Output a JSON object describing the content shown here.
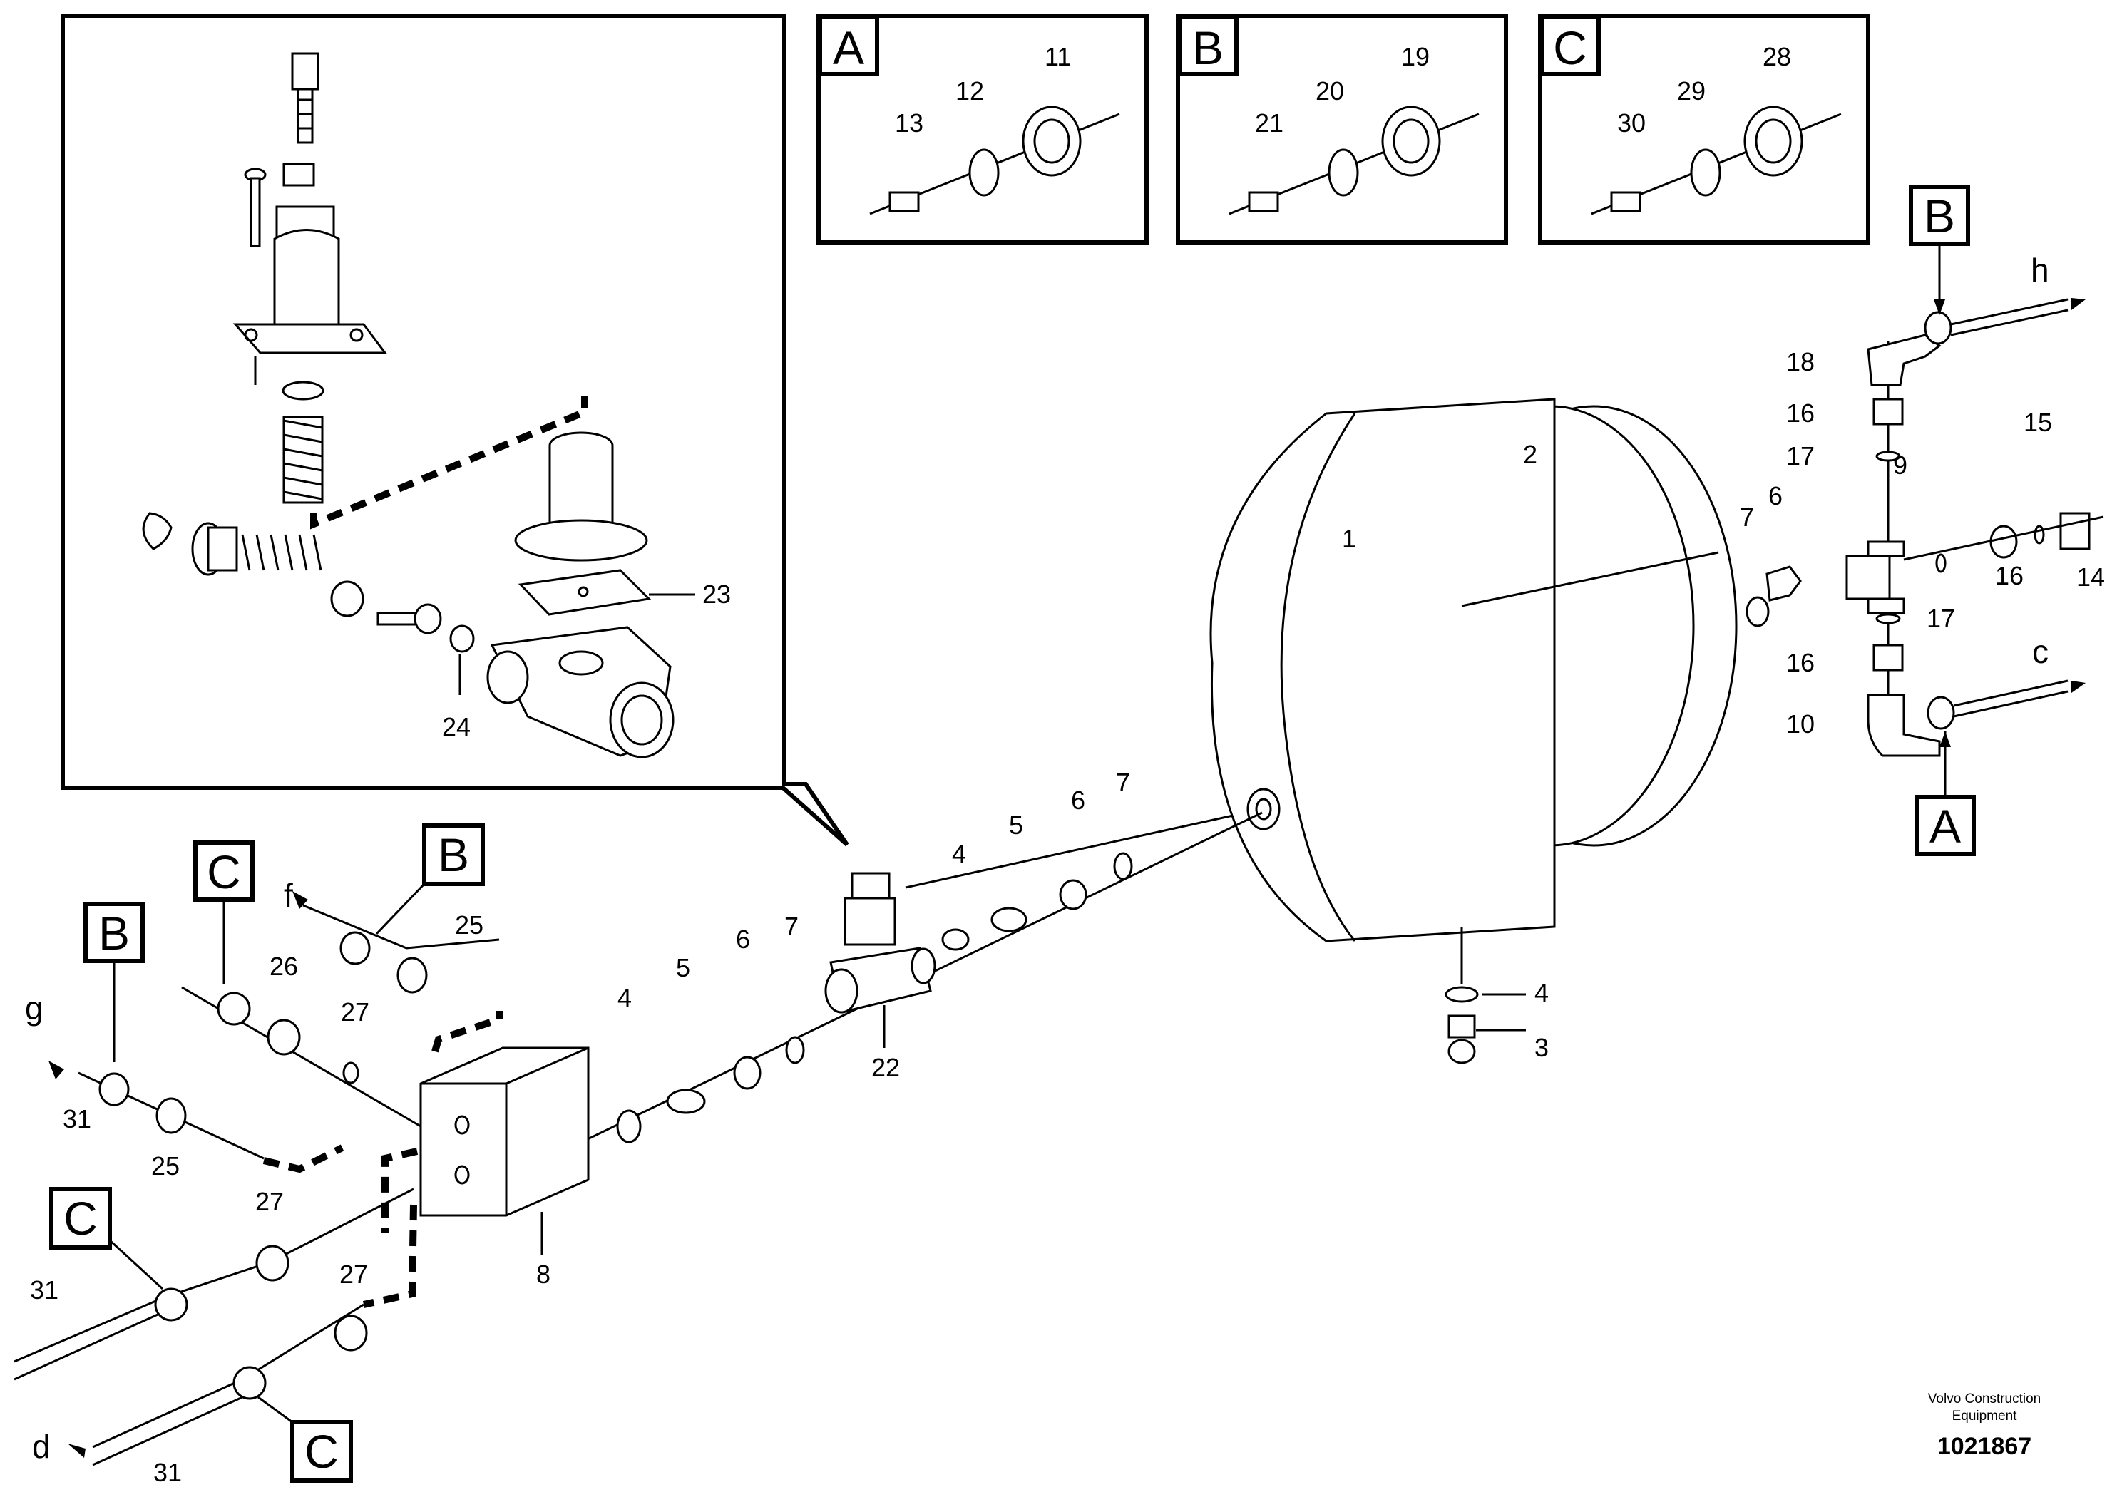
{
  "diagram": {
    "callouts": [
      "1",
      "2",
      "3",
      "4",
      "5",
      "6",
      "7",
      "8",
      "9",
      "10",
      "11",
      "12",
      "13",
      "14",
      "15",
      "16",
      "17",
      "18",
      "19",
      "20",
      "21",
      "22",
      "23",
      "24",
      "25",
      "26",
      "27",
      "28",
      "29",
      "30",
      "31"
    ],
    "insets": [
      {
        "letter": "A",
        "labels": [
          "11",
          "12",
          "13"
        ]
      },
      {
        "letter": "B",
        "labels": [
          "19",
          "20",
          "21"
        ]
      },
      {
        "letter": "C",
        "labels": [
          "28",
          "29",
          "30"
        ]
      }
    ],
    "connectors": [
      "B",
      "A",
      "C",
      "B",
      "B",
      "C",
      "C"
    ],
    "line_ends": [
      "h",
      "c",
      "f",
      "g",
      "d"
    ],
    "credit_line1": "Volvo Construction",
    "credit_line2": "Equipment",
    "drawing_number": "1021867"
  }
}
